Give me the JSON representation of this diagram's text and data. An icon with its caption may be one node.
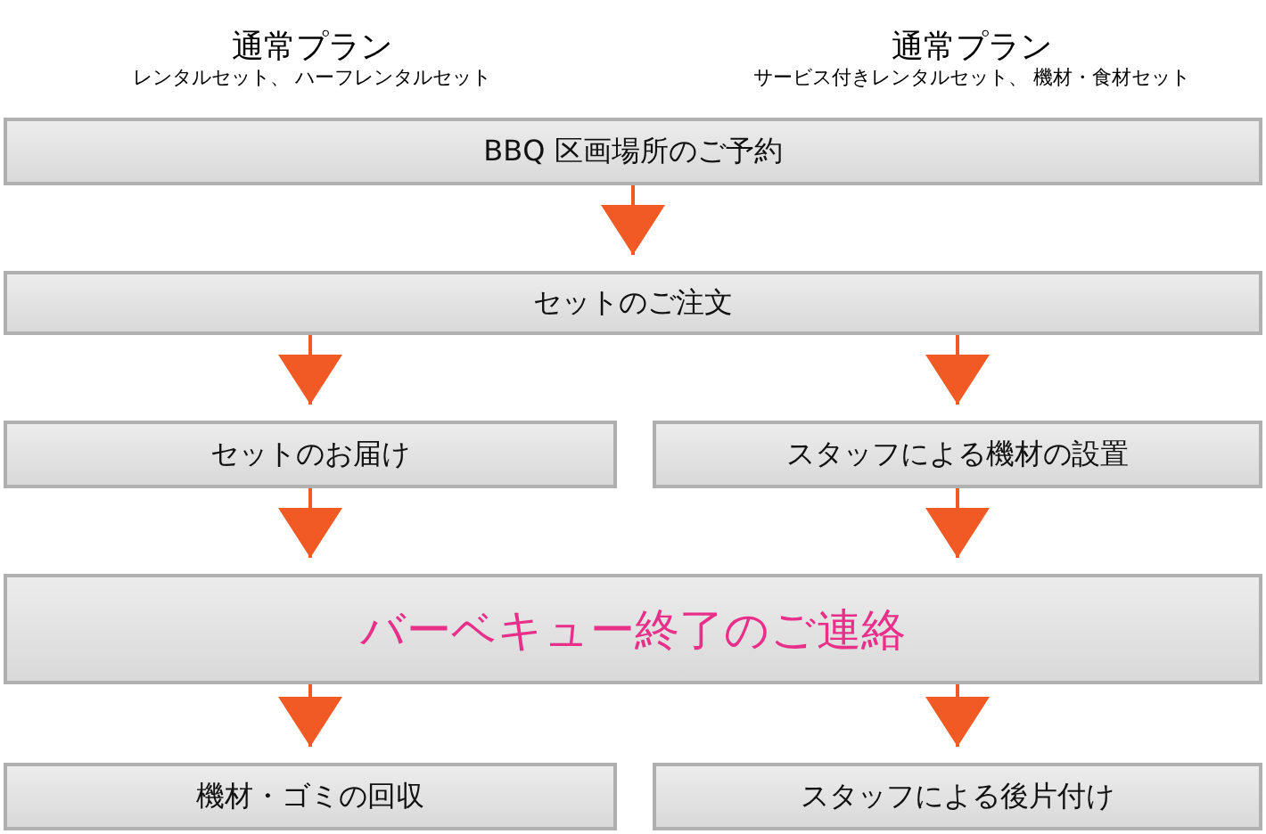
{
  "diagram": {
    "nodes": [
      {
        "text": [
          "BBQ 区画場所のご予約"
        ]
      },
      {
        "text": [
          "セットのご注文"
        ]
      },
      {
        "text": [
          "セットのお届け"
        ]
      },
      {
        "text": [
          "スタッフによる機材の設置"
        ]
      },
      {
        "text": [
          "バーベキュー終了のご連絡"
        ]
      },
      {
        "text": [
          "機材・ゴミの回収"
        ]
      },
      {
        "text": [
          "スタッフによる後片付け"
        ]
      }
    ],
    "edges": [
      {
        "from": 0,
        "to": 1,
        "arrow": "to"
      },
      {
        "from": 1,
        "to": 2,
        "arrow": "to"
      },
      {
        "from": 1,
        "to": 3,
        "arrow": "to"
      },
      {
        "from": 2,
        "to": 4,
        "arrow": "to"
      },
      {
        "from": 3,
        "to": 4,
        "arrow": "to"
      },
      {
        "from": 4,
        "to": 5,
        "arrow": "to"
      },
      {
        "from": 4,
        "to": 6,
        "arrow": "to"
      }
    ],
    "labels": [
      "通常プラン",
      "レンタルセット、 ハーフレンタルセット",
      "通常プラン",
      "サービス付きレンタルセット、 機材・食材セット"
    ]
  }
}
